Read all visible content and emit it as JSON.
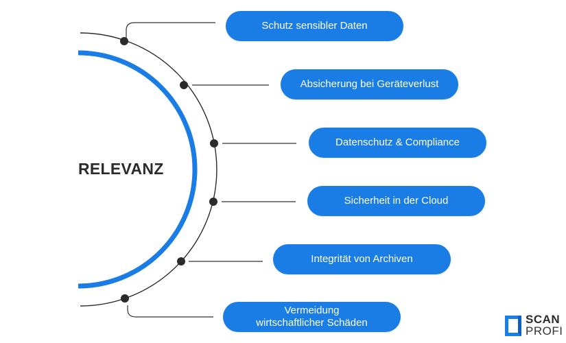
{
  "center": {
    "label": "RELEVANZ"
  },
  "items": [
    {
      "label": "Schutz sensibler Daten"
    },
    {
      "label": "Absicherung bei Geräteverlust"
    },
    {
      "label": "Datenschutz & Compliance"
    },
    {
      "label": "Sicherheit in der Cloud"
    },
    {
      "label": "Integrität von Archiven"
    },
    {
      "label_line1": "Vermeidung",
      "label_line2": "wirtschaftlicher Schäden"
    }
  ],
  "logo": {
    "line1": "SCAN",
    "line2": "PROFI"
  },
  "colors": {
    "accent": "#1a7de5",
    "line": "#2b2b2b",
    "text": "#2b2b2b"
  }
}
